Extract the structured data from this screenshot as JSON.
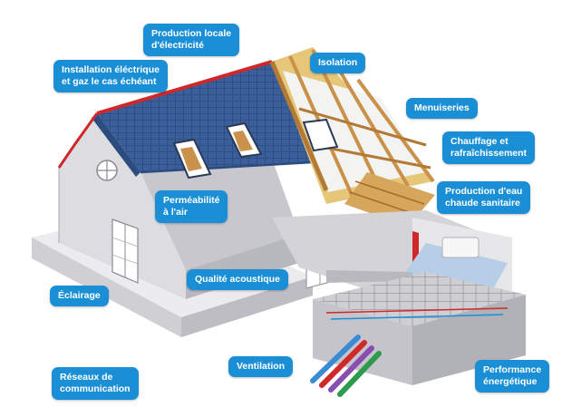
{
  "colors": {
    "label_bg": "#1a8fd6",
    "label_text": "#ffffff",
    "roof_tiles": "#3a5f9a",
    "roof_ridge": "#d0282a",
    "wall": "#d9d9de",
    "timber": "#c9914a",
    "insulation": "#e6c77a"
  },
  "labels": {
    "production_locale": "Production locale\nd'électricité",
    "installation": "Installation éléctrique\net gaz le cas échéant",
    "isolation": "Isolation",
    "menuiseries": "Menuiseries",
    "chauffage": "Chauffage et\nrafraîchissement",
    "eau_chaude": "Production d'eau\nchaude sanitaire",
    "permeabilite": "Perméabilité\nà l'air",
    "qualite_acoustique": "Qualité acoustique",
    "eclairage": "Éclairage",
    "ventilation": "Ventilation",
    "reseaux": "Réseaux de\ncommunication",
    "performance": "Performance\nénergétique"
  }
}
